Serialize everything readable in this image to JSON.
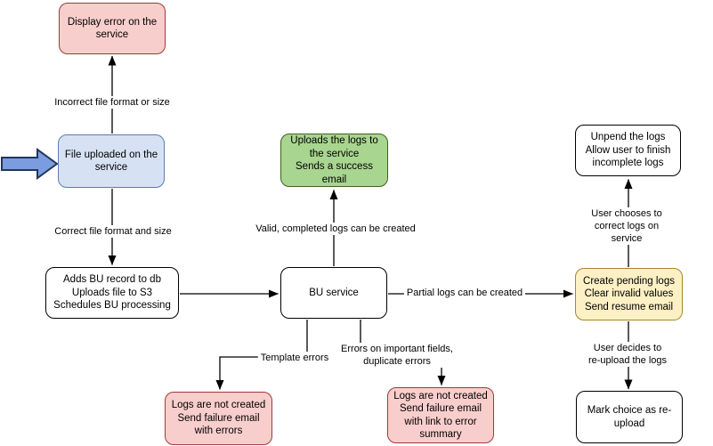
{
  "colors": {
    "canvas_bg": "#ffffff",
    "text": "#000000",
    "connector": "#000000",
    "pink_fill": "#f8cecc",
    "pink_stroke": "#9f3a38",
    "blue_fill": "#d6e2f4",
    "blue_stroke": "#5a7db0",
    "green_fill": "#a8d58f",
    "green_stroke": "#41611e",
    "yellow_fill": "#fcf0c4",
    "yellow_stroke": "#a8862c",
    "white_fill": "#ffffff",
    "white_stroke": "#000000",
    "block_arrow_fill": "#7b9de0",
    "block_arrow_stroke": "#23355c"
  },
  "diagram": {
    "nodes": {
      "display_error": {
        "label": "Display error on the\nservice"
      },
      "file_uploaded": {
        "label": "File uploaded on the\nservice"
      },
      "adds_bu_record": {
        "label": "Adds BU record to db\nUploads file to S3\nSchedules BU processing"
      },
      "bu_service": {
        "label": "BU service"
      },
      "uploads_logs": {
        "label": "Uploads the logs to\nthe service\nSends a success\nemail"
      },
      "unpend_logs": {
        "label": "Unpend the logs\nAllow user to finish\nincomplete logs"
      },
      "create_pending": {
        "label": "Create pending logs\nClear invalid values\nSend resume email"
      },
      "mark_choice": {
        "label": "Mark choice as re-\nupload"
      },
      "logs_not_created_errors": {
        "label": "Logs are not created\nSend failure email\nwith errors"
      },
      "logs_not_created_summary": {
        "label": "Logs are not created\nSend failure email\nwith link to error\nsummary"
      }
    },
    "edge_labels": {
      "incorrect_format": "Incorrect file format or size",
      "correct_format": "Correct file format and size",
      "valid_logs": "Valid, completed logs can be created",
      "partial_logs": "Partial logs can be created",
      "template_errors": "Template errors",
      "important_errors": "Errors on important fields,\nduplicate errors",
      "user_chooses": "User chooses to correct logs on service",
      "user_reupload": "User decides to re-upload the logs"
    }
  }
}
